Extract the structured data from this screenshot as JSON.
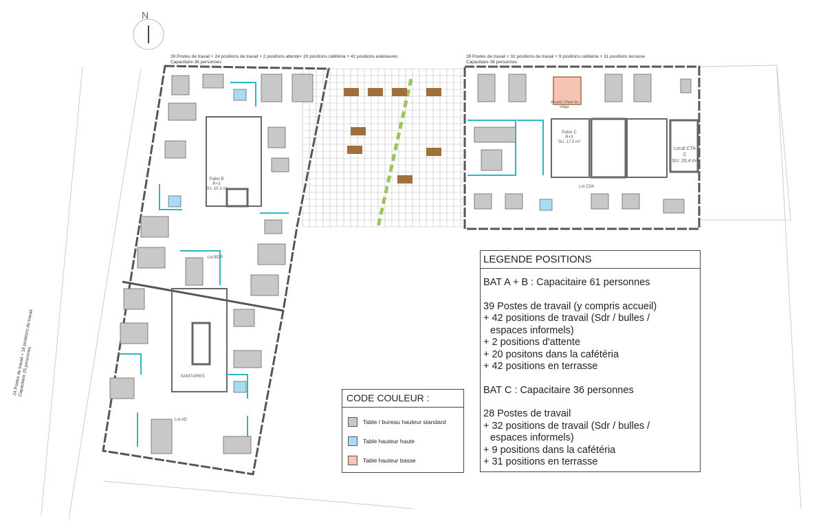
{
  "north_label": "N",
  "building_ab": {
    "summary_line": "39 Postes de travail + 24 positions de travail + 2 positions attente+ 20 positions cafétéria + 42 positions extérieures",
    "capacity_line": "Capacitaire 36 personnes",
    "lower_wing_line": "24 Postes de travail + 18 positions de travail",
    "lower_wing_capacity": "Capacitaire 25 personnes",
    "rooms": [
      "Palier B",
      "R+3",
      "SU: 20.3 m²",
      "SANITAIRES",
      "Lot BDR",
      "Lot AD"
    ]
  },
  "building_c": {
    "summary_line": "28 Postes de travail + 32 positions de travail + 9 positions cafétéria + 31 positions terrasse",
    "capacity_line": "Capacitaire 36 personnes",
    "rooms": [
      "Palier C",
      "R+3",
      "SU: 17.0 m²",
      "Local CTA",
      "C",
      "SU: 20.4 m²",
      "Lot CD4",
      "Accueil / Place de village"
    ]
  },
  "legend_positions": {
    "title": "LEGENDE POSITIONS",
    "lines_ab": [
      "BAT A + B : Capacitaire 61 personnes",
      "39 Postes de travail (y compris accueil)",
      "+ 42 positions  de travail (Sdr / bulles /",
      "espaces informels)",
      "+ 2 positions d'attente",
      "+ 20 positons dans la cafétéria",
      "+ 42 positions en terrasse"
    ],
    "lines_c": [
      "BAT C : Capacitaire 36 personnes",
      "28 Postes de travail",
      "+ 32 positions  de travail (Sdr / bulles /",
      "espaces informels)",
      "+ 9 positions dans la cafétéria",
      "+ 31 positions en terrasse"
    ]
  },
  "code_couleur": {
    "title": "CODE COULEUR :",
    "items": [
      {
        "label": "Table / bureau hauteur standard",
        "color": "#c8c8c8"
      },
      {
        "label": "Table hauteur haute",
        "color": "#a8dcf5"
      },
      {
        "label": "Table hauteur basse",
        "color": "#f5c4b4"
      }
    ]
  },
  "colors": {
    "wall": "#555555",
    "partition": "#29b6c6",
    "grid": "#bbbbbb",
    "desk": "#c8c8c8",
    "green": "#9cc45a",
    "wood": "#a0703c"
  }
}
